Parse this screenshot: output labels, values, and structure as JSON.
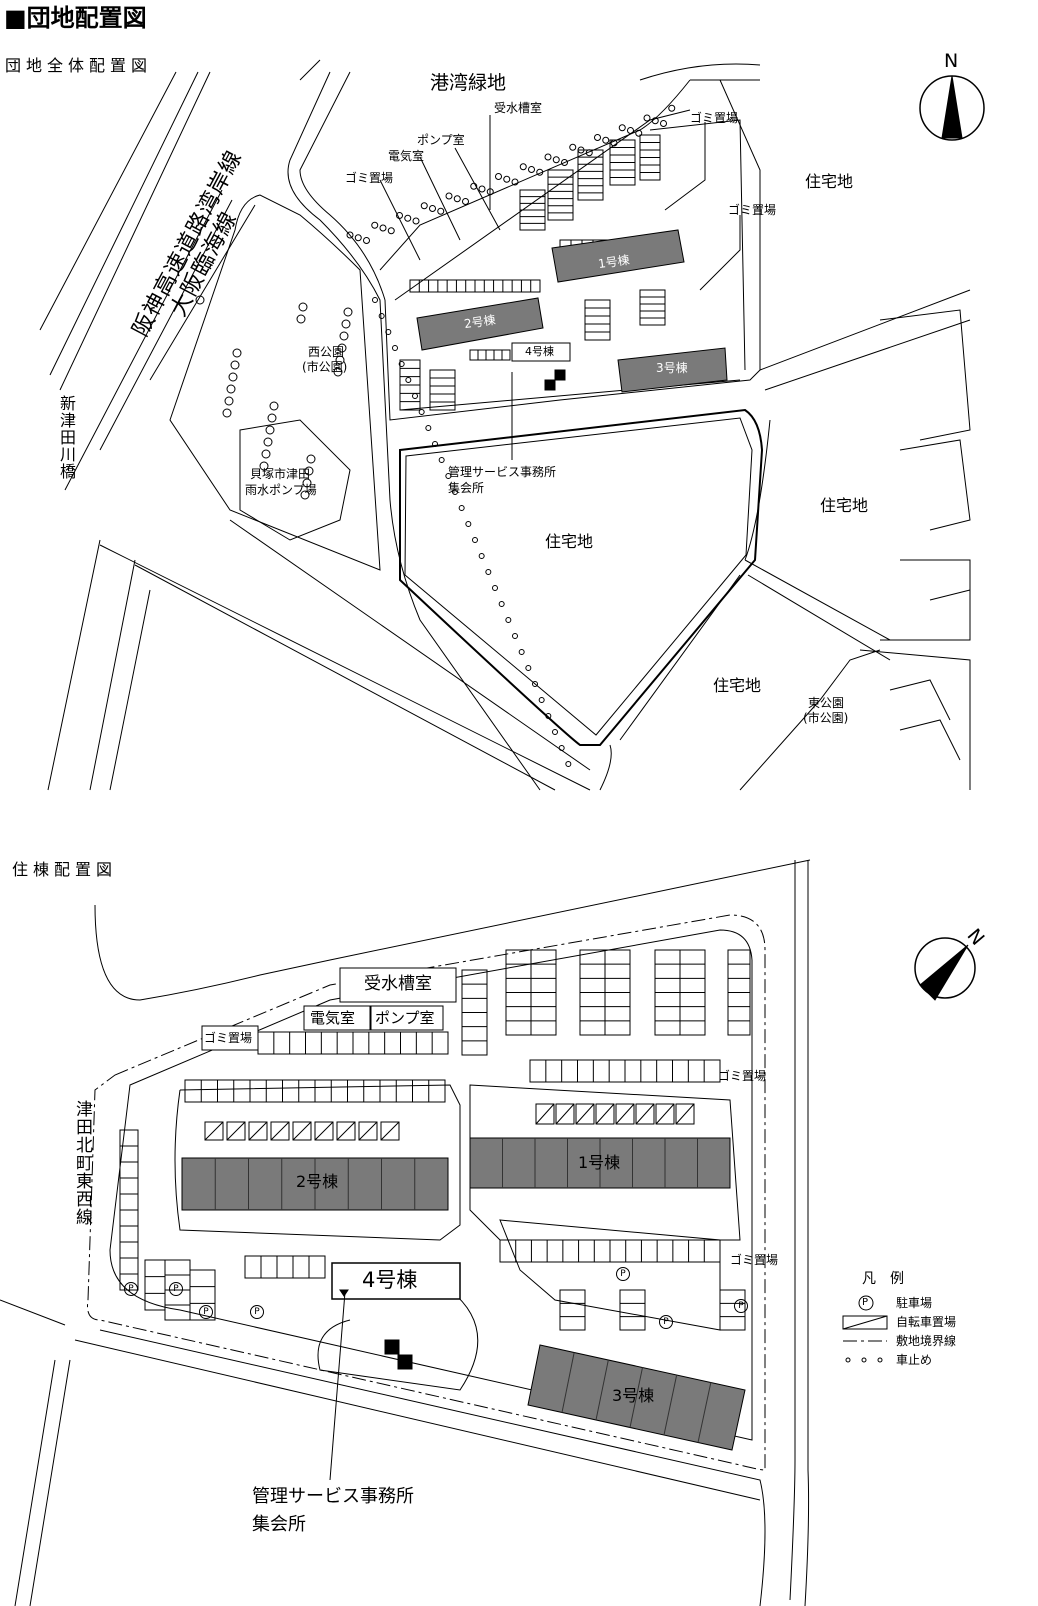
{
  "header": {
    "title": "■団地配置図"
  },
  "overview": {
    "subtitle": "団地全体配置図",
    "north": "N",
    "labels": {
      "green": "港湾緑地",
      "water_tank": "受水槽室",
      "pump": "ポンプ室",
      "electric": "電気室",
      "garbage1": "ゴミ置場",
      "garbage2": "ゴミ置場",
      "garbage3": "ゴミ置場",
      "residential1": "住宅地",
      "residential2": "住宅地",
      "residential3": "住宅地",
      "residential4": "住宅地",
      "bldg1": "1号棟",
      "bldg2": "2号棟",
      "bldg3": "3号棟",
      "bldg4": "4号棟",
      "west_park": "西公園",
      "west_park_sub": "(市公園)",
      "pump_station_1": "貝塚市津田",
      "pump_station_2": "雨水ポンプ場",
      "office": "管理サービス事務所",
      "hall": "集会所",
      "east_park": "東公園",
      "east_park_sub": "(市公園)",
      "highway": "阪神高速道路湾岸線",
      "rinkai": "大阪臨海線",
      "bridge": "新津田川橋"
    }
  },
  "detail": {
    "subtitle": "住棟配置図",
    "north": "N",
    "labels": {
      "water_tank": "受水槽室",
      "electric": "電気室",
      "pump": "ポンプ室",
      "garbage1": "ゴミ置場",
      "garbage2": "ゴミ置場",
      "garbage3": "ゴミ置場",
      "bldg1": "1号棟",
      "bldg2": "2号棟",
      "bldg3": "3号棟",
      "bldg4": "4号棟",
      "road": "津田北町東西線",
      "office": "管理サービス事務所",
      "hall": "集会所",
      "parking": "P"
    },
    "legend": {
      "title": "凡　例",
      "items": [
        {
          "symbol": "P",
          "label": "駐車場"
        },
        {
          "symbol": "bicycle",
          "label": "自転車置場"
        },
        {
          "symbol": "boundary",
          "label": "敷地境界線"
        },
        {
          "symbol": "bollard",
          "label": "車止め"
        }
      ]
    }
  },
  "colors": {
    "building": "#7a7a7a",
    "line": "#000000"
  }
}
